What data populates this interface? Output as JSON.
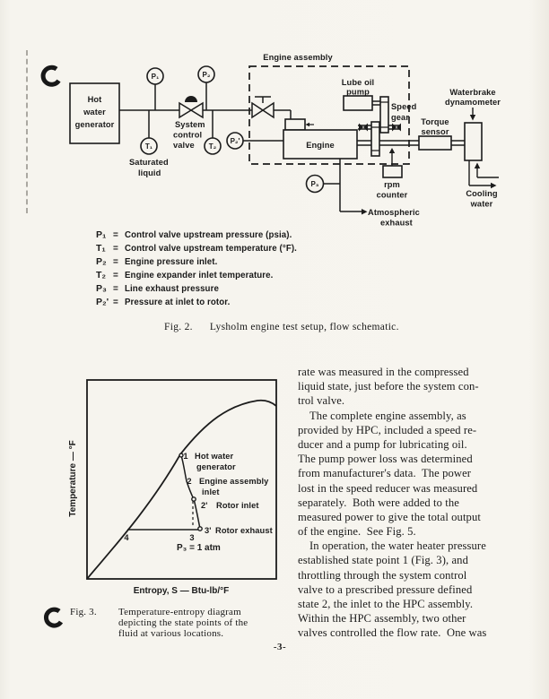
{
  "page": {
    "number": "-3-",
    "background": "#f6f4ee",
    "ink": "#1c1c1c"
  },
  "fig2": {
    "caption_label": "Fig. 2.",
    "caption_text": "Lysholm engine test setup, flow schematic.",
    "equals": "=",
    "labels": {
      "engine_assembly": "Engine assembly",
      "hot_water_generator": [
        "Hot",
        "water",
        "generator"
      ],
      "saturated_liquid": [
        "Saturated",
        "liquid"
      ],
      "system_control_valve": [
        "System",
        "control",
        "valve"
      ],
      "lube_oil_pump": [
        "Lube oil",
        "pump"
      ],
      "speed_gear": [
        "Speed",
        "gear"
      ],
      "engine": "Engine",
      "rpm_counter": [
        "rpm",
        "counter"
      ],
      "torque_sensor": [
        "Torque",
        "sensor"
      ],
      "waterbrake_dynamometer": [
        "Waterbrake",
        "dynamometer"
      ],
      "cooling_water": [
        "Cooling",
        "water"
      ],
      "atmospheric_exhaust": [
        "Atmospheric",
        "exhaust"
      ]
    },
    "gauges": {
      "p1": "P₁",
      "t1": "T₁",
      "p2": "P₂",
      "t2": "T₂",
      "p2_prime": "P₂'",
      "p3": "P₃"
    },
    "legend": [
      {
        "symbol": "P₁",
        "definition": "Control valve upstream pressure (psia)."
      },
      {
        "symbol": "T₁",
        "definition": "Control valve upstream temperature (°F)."
      },
      {
        "symbol": "P₂",
        "definition": "Engine pressure inlet."
      },
      {
        "symbol": "T₂",
        "definition": "Engine expander inlet temperature."
      },
      {
        "symbol": "P₃",
        "definition": "Line exhaust pressure"
      },
      {
        "symbol": "P₂'",
        "definition": "Pressure at inlet to rotor."
      }
    ]
  },
  "fig3": {
    "caption_label": "Fig. 3.",
    "caption_lines": [
      "Temperature-entropy diagram",
      "depicting the state points of the",
      "fluid at various locations."
    ],
    "ylabel": "Temperature — °F",
    "xlabel": "Entropy, S — Btu-lb/°F",
    "annotation": "P₃ = 1 atm",
    "points": {
      "n1": "1",
      "n1_label1": "Hot water",
      "n1_label2": "generator",
      "n2": "2",
      "n2_label1": "Engine assembly",
      "n2_label2": "inlet",
      "n2p": "2'",
      "n2p_label": "Rotor inlet",
      "n3p": "3'",
      "n3p_label": "Rotor exhaust",
      "n3": "3",
      "n4": "4"
    },
    "chart_data": {
      "type": "line",
      "title": "",
      "xlabel": "Entropy, S — Btu-lb/°F",
      "ylabel": "Temperature — °F",
      "axes_numeric_ticks": false,
      "grid": false,
      "curves": [
        "saturation dome",
        "expansion path through state points 1 - 2 - 2' - 3'",
        "horizontal constant-pressure line 4 - 3 - 3' at P₃ = 1 atm"
      ],
      "state_points": [
        {
          "id": "1",
          "label": "Hot water generator"
        },
        {
          "id": "2",
          "label": "Engine assembly inlet"
        },
        {
          "id": "2'",
          "label": "Rotor inlet"
        },
        {
          "id": "3'",
          "label": "Rotor exhaust"
        },
        {
          "id": "3",
          "label": ""
        },
        {
          "id": "4",
          "label": ""
        }
      ],
      "annotation": "P₃ = 1 atm"
    }
  },
  "body": {
    "lines": [
      "rate was measured in the compressed",
      "liquid state, just before the system con-",
      "trol valve.",
      "The complete engine assembly, as",
      "provided by HPC, included a speed re-",
      "ducer and a pump for lubricating oil.",
      "The pump power loss was determined",
      "from manufacturer's data.  The power",
      "lost in the speed reducer was measured",
      "separately.  Both were added to the",
      "measured power to give the total output",
      "of the engine.  See Fig. 5.",
      "In operation, the water heater pressure",
      "established state point 1 (Fig. 3), and",
      "throttling through the system control",
      "valve to a prescribed pressure defined",
      "state 2, the inlet to the HPC assembly.",
      "Within the HPC assembly, two other",
      "valves controlled the flow rate.  One was"
    ]
  }
}
